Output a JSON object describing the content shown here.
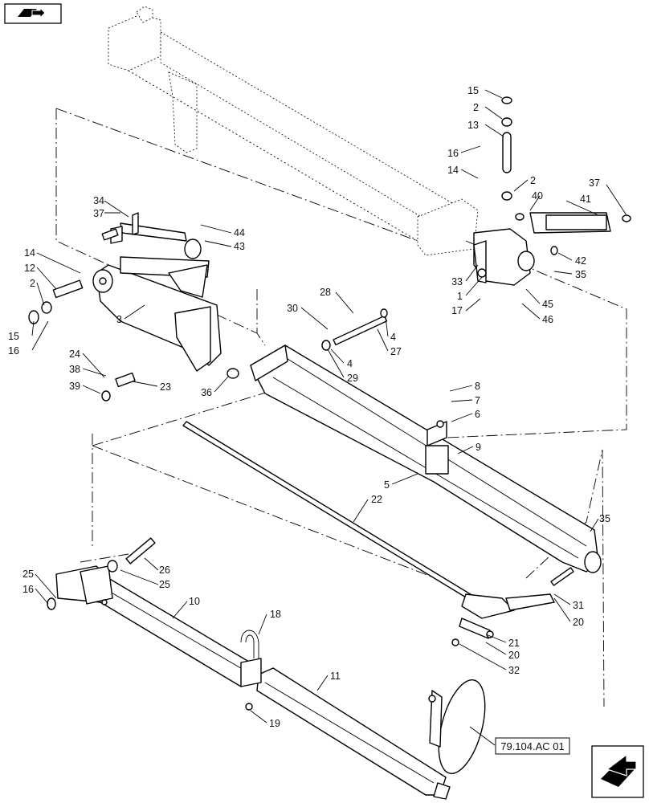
{
  "reference_label": "79.104.AC 01",
  "callouts": [
    "15",
    "2",
    "13",
    "16",
    "14",
    "2",
    "40",
    "37",
    "41",
    "34",
    "37",
    "44",
    "43",
    "42",
    "35",
    "33",
    "1",
    "17",
    "45",
    "46",
    "14",
    "12",
    "2",
    "15",
    "16",
    "3",
    "28",
    "30",
    "4",
    "27",
    "4",
    "29",
    "24",
    "38",
    "39",
    "23",
    "36",
    "8",
    "7",
    "6",
    "9",
    "5",
    "22",
    "35",
    "26",
    "25",
    "25",
    "16",
    "10",
    "31",
    "20",
    "21",
    "20",
    "32",
    "18",
    "11",
    "19"
  ],
  "icons": {
    "top_left": "book-arrow-icon",
    "bottom_right": "next-page-arrow-icon"
  }
}
